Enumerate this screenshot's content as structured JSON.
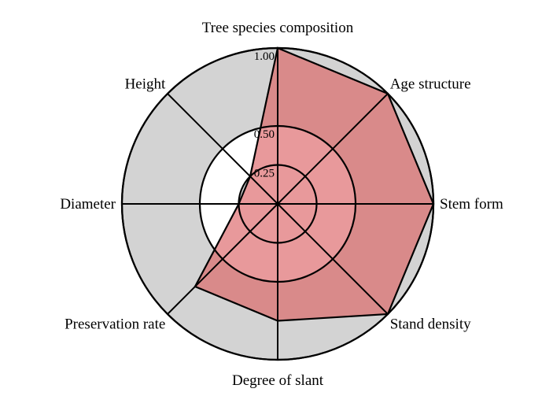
{
  "chart_data": {
    "type": "radar",
    "categories": [
      "Tree species composition",
      "Age structure",
      "Stem form",
      "Stand density",
      "Degree of slant",
      "Preservation rate",
      "Diameter",
      "Height"
    ],
    "values": [
      1.0,
      1.0,
      1.0,
      1.0,
      0.75,
      0.75,
      0.25,
      0.25
    ],
    "rlim": [
      0,
      1.0
    ],
    "rticks": [
      0.25,
      0.5,
      1.0
    ],
    "rtick_labels": [
      "0.25",
      "0.50",
      "1.00"
    ],
    "grid": true,
    "colors": {
      "fill": "#e8999b",
      "fill_overlay": "#d98a8a",
      "background": "#d3d3d3",
      "outline": "#000000"
    }
  }
}
